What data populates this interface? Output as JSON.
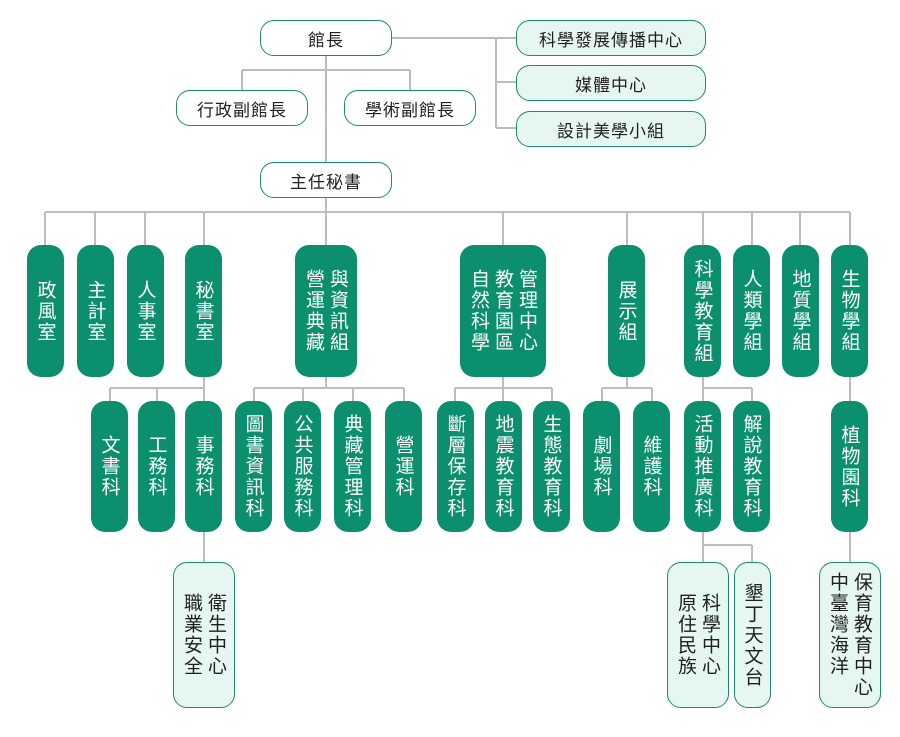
{
  "top": {
    "director": "館長",
    "deputy_admin": "行政副館長",
    "deputy_academic": "學術副館長",
    "side_units": [
      "科學發展傳播中心",
      "媒體中心",
      "設計美學小組"
    ],
    "chief_secretary": "主任秘書"
  },
  "divisions": {
    "political": "政風室",
    "accounting": "主計室",
    "personnel": "人事室",
    "secretariat": "秘書室",
    "operations": "與資訊組\n營運典藏",
    "natural_park": "管理中心\n教育園區\n自然科學",
    "exhibition": "展示組",
    "science_edu": "科學教育組",
    "anthropology": "人類學組",
    "geology": "地質學組",
    "biology": "生物學組"
  },
  "sections": {
    "documents": "文書科",
    "general_affairs": "工務科",
    "affairs": "事務科",
    "library": "圖書資訊科",
    "public_service": "公共服務科",
    "collection": "典藏管理科",
    "operation": "營運科",
    "fault": "斷層保存科",
    "earthquake": "地震教育科",
    "ecology": "生態教育科",
    "theater": "劇場科",
    "maintenance": "維護科",
    "promotion": "活動推廣科",
    "interpretation": "解說教育科",
    "botanical": "植物園科"
  },
  "centers": {
    "health": "衛生中心\n職業安全",
    "indigenous": "科學中心\n原住民族",
    "observatory": "墾丁天文台",
    "marine": "保育教育中心\n中臺灣海洋"
  },
  "colors": {
    "dark": "#0b8f6e",
    "border": "#1c8a6e",
    "mint": "#e6f6f0",
    "line": "#bdbdbd"
  }
}
